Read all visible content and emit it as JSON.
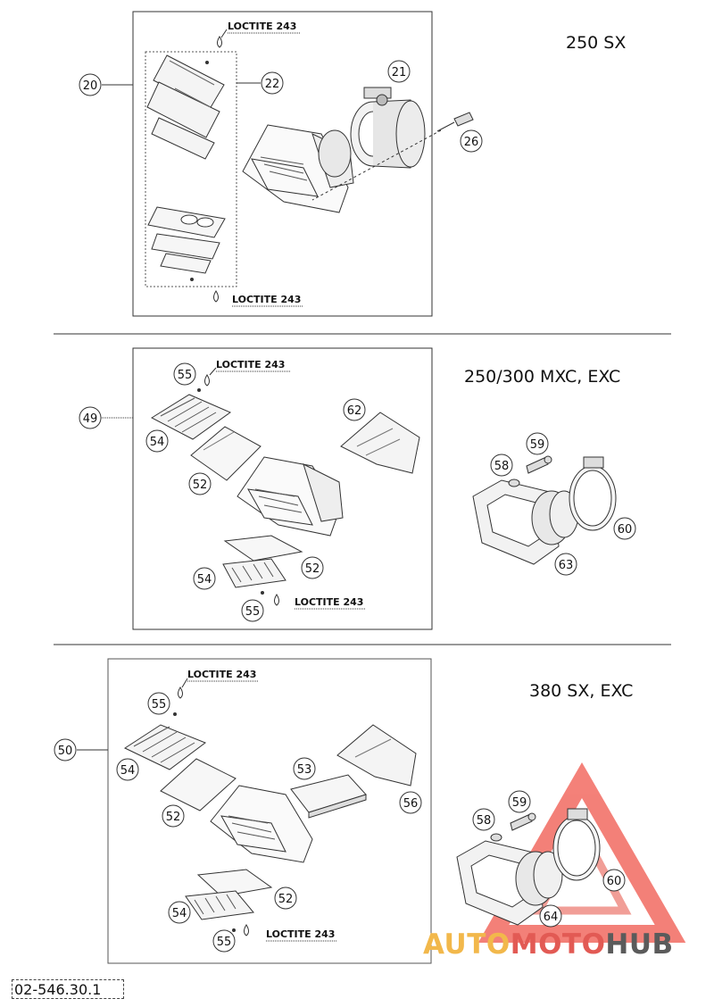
{
  "sections": [
    {
      "model": "250 SX",
      "group_no": "20",
      "parts": [
        "21",
        "22",
        "26"
      ],
      "loctite": [
        "LOCTITE 243",
        "LOCTITE 243"
      ]
    },
    {
      "model": "250/300 MXC, EXC",
      "group_no": "49",
      "parts": [
        "55",
        "54",
        "52",
        "62",
        "58",
        "59",
        "60",
        "63",
        "52",
        "54",
        "55"
      ],
      "loctite": [
        "LOCTITE 243",
        "LOCTITE 243"
      ]
    },
    {
      "model": "380 SX, EXC",
      "group_no": "50",
      "parts": [
        "55",
        "54",
        "52",
        "53",
        "56",
        "59",
        "58",
        "60",
        "52",
        "54",
        "64",
        "55"
      ],
      "loctite": [
        "LOCTITE 243",
        "LOCTITE 243"
      ]
    }
  ],
  "footer": {
    "diagram_id": "02-546.30.1"
  },
  "watermark": {
    "part1": "AUTO",
    "part2": "MOTO",
    "part3": "HUB",
    "colors": [
      "#f2b84b",
      "#e25a54",
      "#5b5b5b"
    ]
  }
}
